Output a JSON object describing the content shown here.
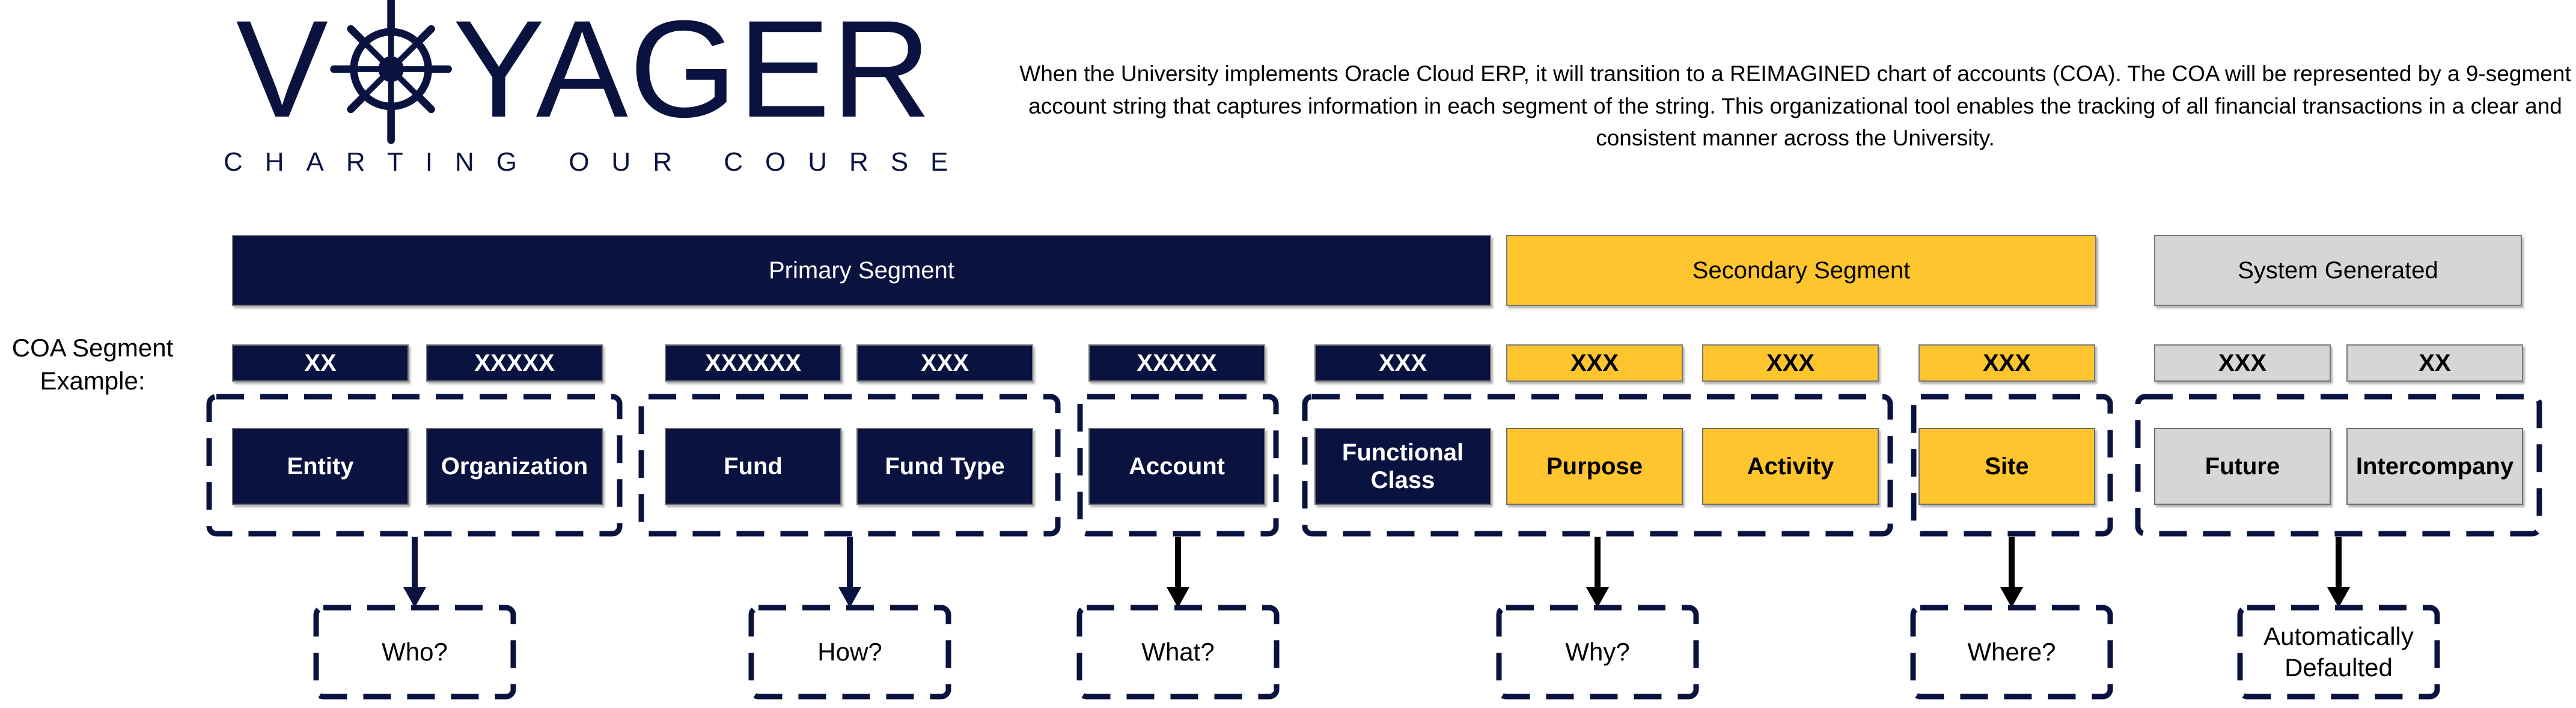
{
  "colors": {
    "navy": "#0A1240",
    "gold": "#FFC52E",
    "gray": "#D6D6D6",
    "dashed_outline": "#0A1240",
    "arrow_navy": "#0A1240",
    "arrow_black": "#000000"
  },
  "logo": {
    "word_start": "V",
    "word_end": "YAGER",
    "icon": "ship-wheel",
    "tagline": "CHARTING OUR COURSE"
  },
  "intro_text": "When the University implements Oracle Cloud ERP, it will transition to a REIMAGINED chart of accounts (COA). The COA will be represented by a 9-segment account string that captures information in each segment of the string. This organizational tool enables the tracking of all financial transactions in a clear and consistent manner across the University.",
  "row_label": "COA Segment Example:",
  "segment_headers": [
    {
      "label": "Primary Segment",
      "theme": "navy"
    },
    {
      "label": "Secondary Segment",
      "theme": "gold"
    },
    {
      "label": "System Generated",
      "theme": "gray"
    }
  ],
  "segment_groups": [
    {
      "question": "Who?",
      "segments": [
        {
          "name": "Entity",
          "example": "XX",
          "theme": "navy"
        },
        {
          "name": "Organization",
          "example": "XXXXX",
          "theme": "navy"
        }
      ]
    },
    {
      "question": "How?",
      "segments": [
        {
          "name": "Fund",
          "example": "XXXXXX",
          "theme": "navy"
        },
        {
          "name": "Fund Type",
          "example": "XXX",
          "theme": "navy"
        }
      ]
    },
    {
      "question": "What?",
      "segments": [
        {
          "name": "Account",
          "example": "XXXXX",
          "theme": "navy"
        }
      ]
    },
    {
      "question": "Why?",
      "segments": [
        {
          "name": "Functional Class",
          "example": "XXX",
          "theme": "navy"
        },
        {
          "name": "Purpose",
          "example": "XXX",
          "theme": "gold"
        },
        {
          "name": "Activity",
          "example": "XXX",
          "theme": "gold"
        }
      ]
    },
    {
      "question": "Where?",
      "segments": [
        {
          "name": "Site",
          "example": "XXX",
          "theme": "gold"
        }
      ]
    },
    {
      "question": "Automatically Defaulted",
      "segments": [
        {
          "name": "Future",
          "example": "XXX",
          "theme": "gray"
        },
        {
          "name": "Intercompany",
          "example": "XX",
          "theme": "gray"
        }
      ]
    }
  ]
}
